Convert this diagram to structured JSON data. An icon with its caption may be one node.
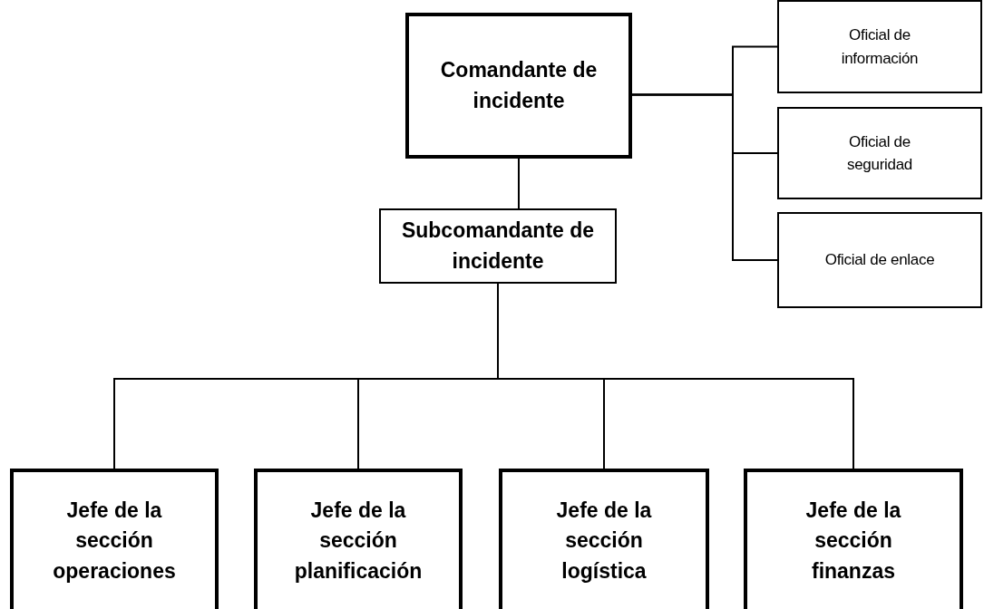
{
  "diagram": {
    "nodes": [
      {
        "text": [
          "Comandante de incidente"
        ]
      },
      {
        "text": [
          "Oficial de información"
        ]
      },
      {
        "text": [
          "Oficial de seguridad"
        ]
      },
      {
        "text": [
          "Oficial de enlace"
        ]
      },
      {
        "text": [
          "Subcomandante de incidente"
        ]
      },
      {
        "text": [
          "Jefe de la sección operaciones"
        ]
      },
      {
        "text": [
          "Jefe de la sección planificación"
        ]
      },
      {
        "text": [
          "Jefe de la sección logística"
        ]
      },
      {
        "text": [
          "Jefe de la sección finanzas"
        ]
      }
    ],
    "edges": [
      {
        "from": 0,
        "to": 1,
        "arrow": "none"
      },
      {
        "from": 0,
        "to": 2,
        "arrow": "none"
      },
      {
        "from": 0,
        "to": 3,
        "arrow": "none"
      },
      {
        "from": 0,
        "to": 4,
        "arrow": "none"
      },
      {
        "from": 4,
        "to": 5,
        "arrow": "none"
      },
      {
        "from": 4,
        "to": 6,
        "arrow": "none"
      },
      {
        "from": 4,
        "to": 7,
        "arrow": "none"
      },
      {
        "from": 4,
        "to": 8,
        "arrow": "none"
      }
    ]
  }
}
